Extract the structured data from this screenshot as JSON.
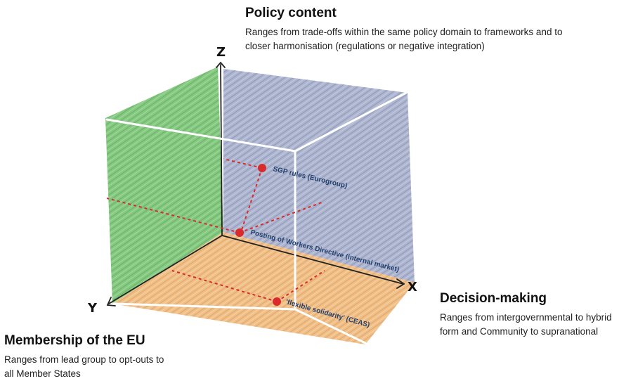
{
  "axes": {
    "z": {
      "letter": "Z",
      "title": "Policy content",
      "description": "Ranges from trade-offs within the same policy domain to frameworks and to closer harmonisation (regulations or negative integration)"
    },
    "x": {
      "letter": "X",
      "title": "Decision-making",
      "description": "Ranges from intergovernmental to hybrid form and Community to supranational"
    },
    "y": {
      "letter": "Y",
      "title": "Membership of the EU",
      "description": "Ranges from lead group to opt-outs to all Member States"
    }
  },
  "points": [
    {
      "label": "SGP rules (Eurogroup)"
    },
    {
      "label": "Posting of Workers Directive (internal market)"
    },
    {
      "label": "'flexible solidarity' (CEAS)"
    }
  ],
  "colors": {
    "left_wall": "#7fc47a",
    "back_wall": "#a9b2cd",
    "floor": "#eebb7e",
    "points": "#d92b2b",
    "labels": "#24406e",
    "cube_edges": "#ffffff"
  }
}
